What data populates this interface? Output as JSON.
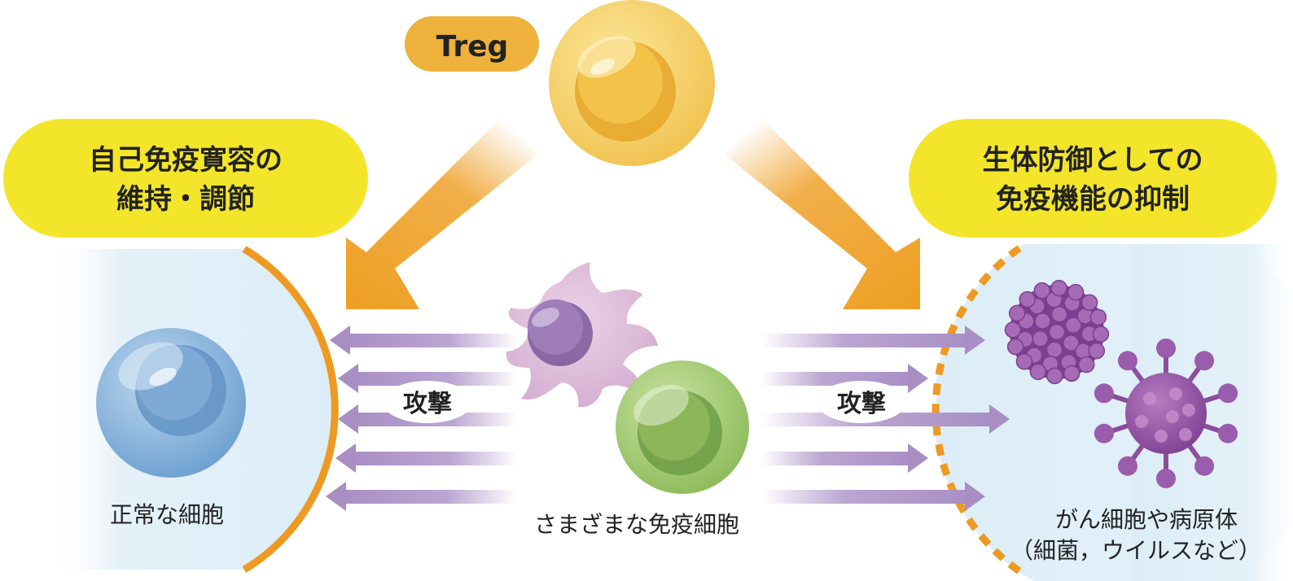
{
  "treg": {
    "label": "Treg"
  },
  "left_box": {
    "line1": "自己免疫寛容の",
    "line2": "維持・調節"
  },
  "right_box": {
    "line1": "生体防御としての",
    "line2": "免疫機能の抑制"
  },
  "attack_left": "攻撃",
  "attack_right": "攻撃",
  "normal_cell_label": "正常な細胞",
  "immune_cells_label": "さまざまな免疫細胞",
  "pathogen_label": {
    "line1": "がん細胞や病原体",
    "line2": "（細菌，ウイルスなど）"
  },
  "colors": {
    "accent_orange": "#EFA12A",
    "label_yellow": "#F3E62A",
    "treg_pill": "#EDB13C",
    "attack_arrow": "#B29BC9",
    "normal_cell_blue": "#7DAAD6",
    "immune_green": "#9CC56A",
    "pathogen_purple": "#8B4E9D"
  }
}
